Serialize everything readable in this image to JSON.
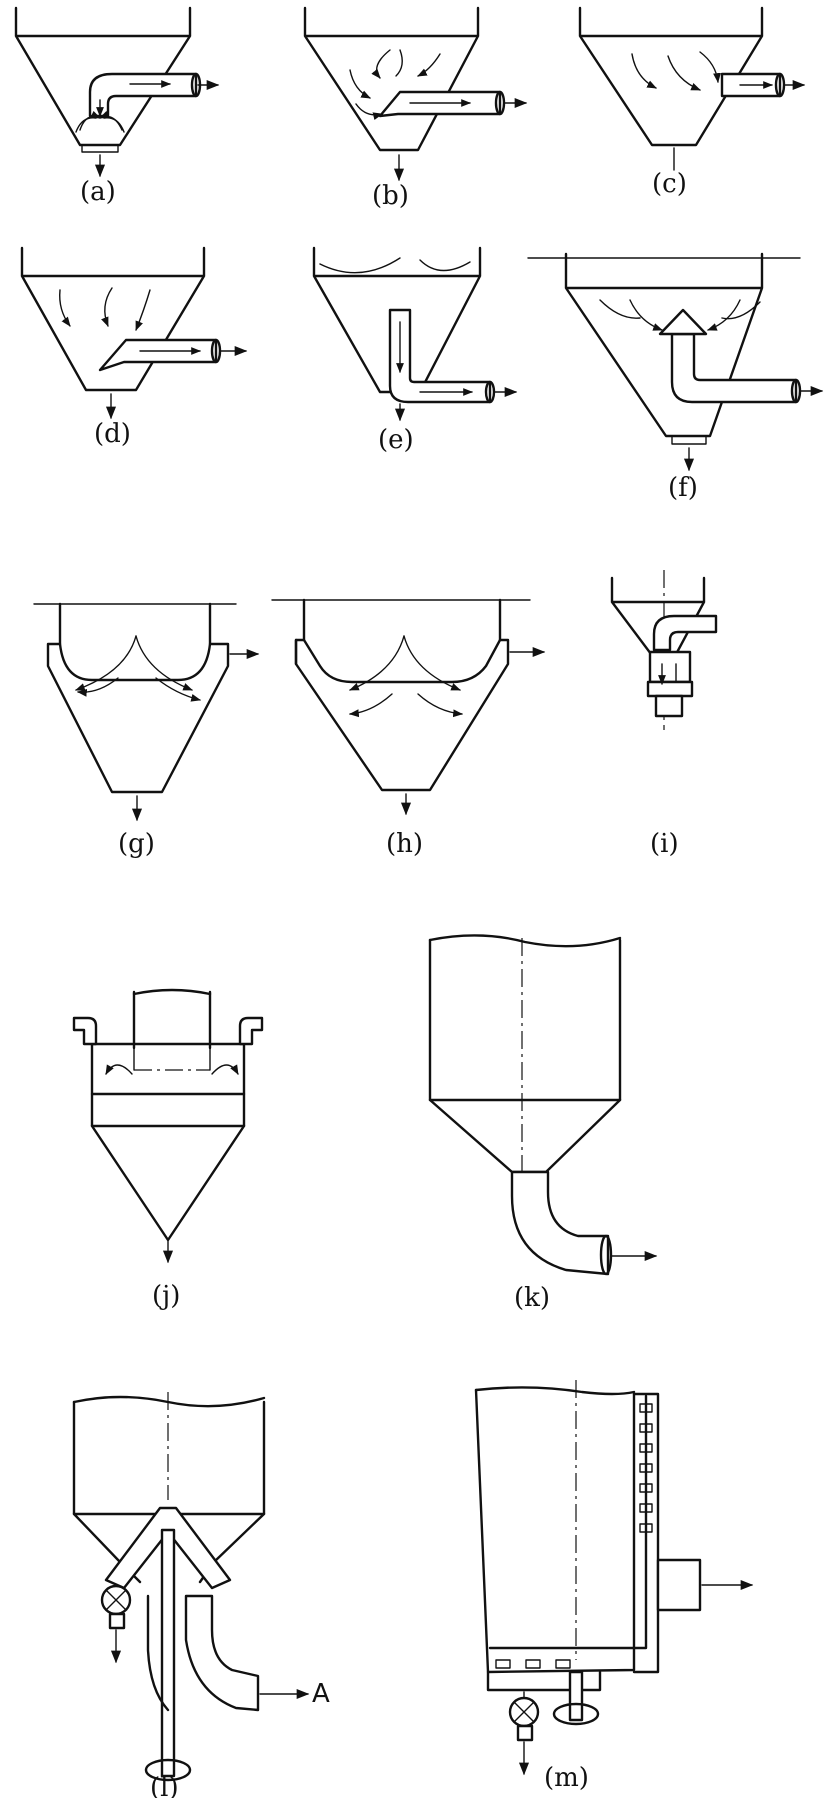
{
  "figure": {
    "panels": [
      {
        "id": "a",
        "label": "(a)"
      },
      {
        "id": "b",
        "label": "(b)"
      },
      {
        "id": "c",
        "label": "(c)"
      },
      {
        "id": "d",
        "label": "(d)"
      },
      {
        "id": "e",
        "label": "(e)"
      },
      {
        "id": "f",
        "label": "(f)"
      },
      {
        "id": "g",
        "label": "(g)"
      },
      {
        "id": "h",
        "label": "(h)"
      },
      {
        "id": "i",
        "label": "(i)"
      },
      {
        "id": "j",
        "label": "(j)"
      },
      {
        "id": "k",
        "label": "(k)"
      },
      {
        "id": "l",
        "label": "(l)",
        "outlet_label": "A"
      },
      {
        "id": "m",
        "label": "(m)"
      }
    ]
  }
}
